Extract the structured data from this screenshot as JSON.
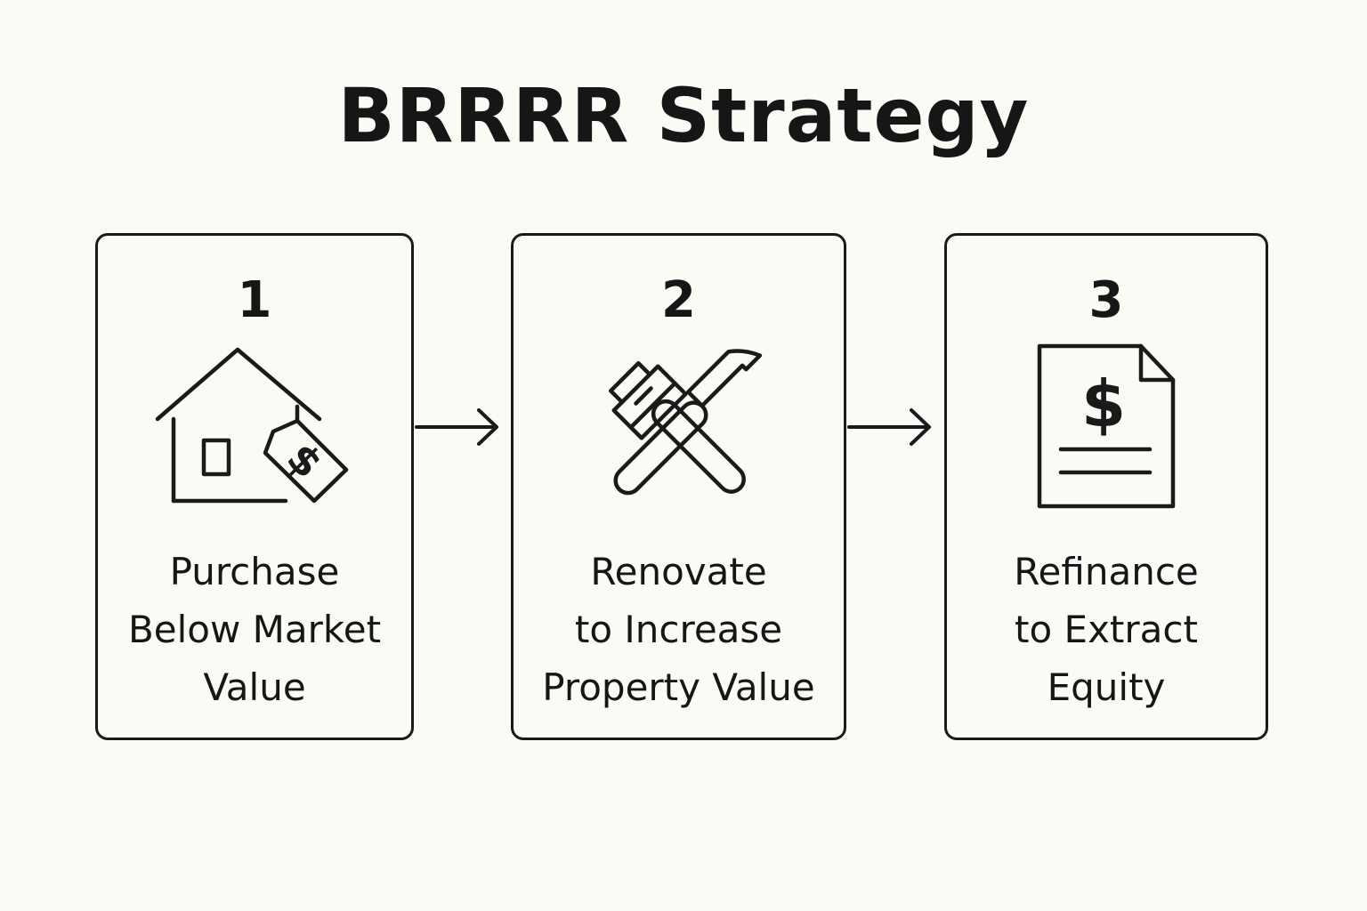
{
  "title": "BRRRR Strategy",
  "steps": [
    {
      "number": "1",
      "icon": "house-price-tag-icon",
      "label_lines": [
        "Purchase",
        "Below Market",
        "Value"
      ]
    },
    {
      "number": "2",
      "icon": "paint-brush-hammer-icon",
      "label_lines": [
        "Renovate",
        "to Increase",
        "Property Value"
      ]
    },
    {
      "number": "3",
      "icon": "dollar-document-icon",
      "label_lines": [
        "Refinance",
        "to Extract",
        "Equity"
      ]
    }
  ],
  "icon_glyph": "$",
  "colors": {
    "background": "#fcfaf5",
    "ink": "#161616"
  }
}
